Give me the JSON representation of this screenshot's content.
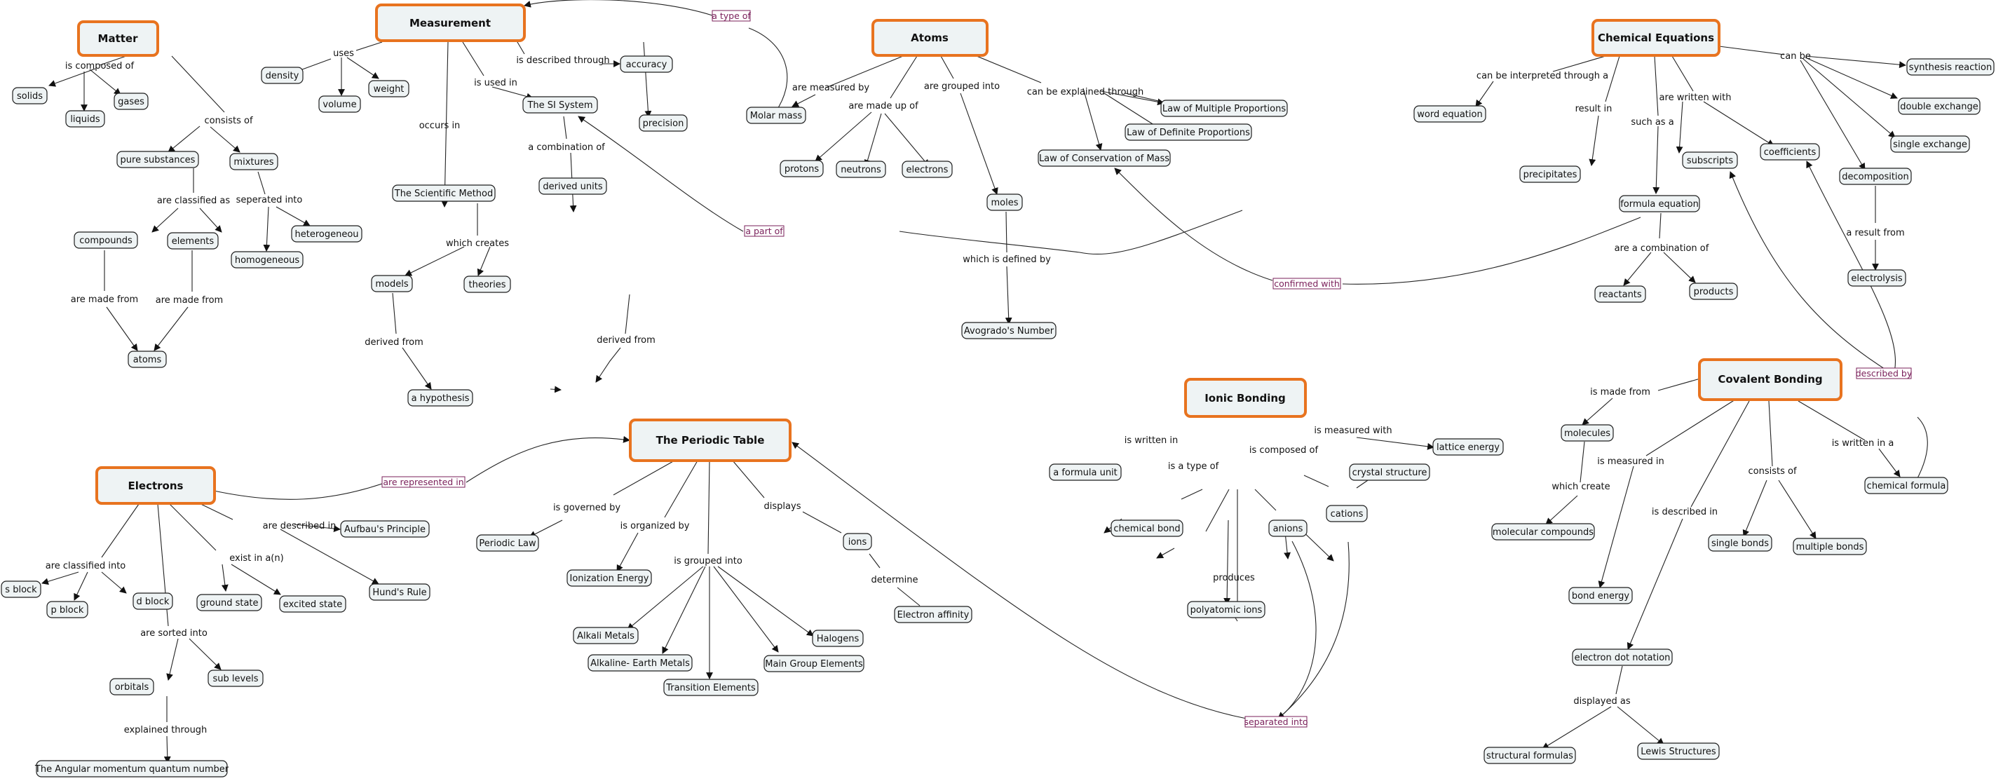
{
  "main_concepts": {
    "matter": "Matter",
    "measurement": "Measurement",
    "atoms": "Atoms",
    "chemical_equations": "Chemical Equations",
    "periodic_table": "The Periodic Table",
    "electrons": "Electrons",
    "ionic_bonding": "Ionic Bonding",
    "covalent_bonding": "Covalent Bonding"
  },
  "concepts": {
    "solids": "solids",
    "liquids": "liquids",
    "gases": "gases",
    "pure_substances": "pure substances",
    "mixtures": "mixtures",
    "compounds": "compounds",
    "elements": "elements",
    "heterogeneous": "heterogeneou",
    "homogeneous": "homogeneous",
    "atoms": "atoms",
    "density": "density",
    "volume": "volume",
    "weight": "weight",
    "accuracy": "accuracy",
    "si_system": "The SI System",
    "precision": "precision",
    "derived_units": "derived units",
    "scientific_method": "The Scientific Method",
    "models": "models",
    "theories": "theories",
    "hypothesis": "a hypothesis",
    "molar_mass": "Molar mass",
    "protons": "protons",
    "neutrons": "neutrons",
    "electrons_small": "electrons",
    "moles": "moles",
    "avogadro": "Avogrado's Number",
    "law_multiple": "Law of Multiple Proportions",
    "law_definite": "Law of Definite Proportions",
    "law_conservation": "Law of Conservation of Mass",
    "word_equation": "word equation",
    "precipitates": "precipitates",
    "formula_equation": "formula equation",
    "reactants": "reactants",
    "products": "products",
    "subscripts": "subscripts",
    "coefficients": "coefficients",
    "decomposition": "decomposition",
    "electrolysis": "electrolysis",
    "synthesis": "synthesis reaction",
    "double_exchange": "double exchange",
    "single_exchange": "single exchange",
    "periodic_law": "Periodic Law",
    "ionization": "Ionization Energy",
    "ions": "ions",
    "electron_affinity": "Electron affinity",
    "alkali": "Alkali Metals",
    "alkaline_earth": "Alkaline- Earth Metals",
    "transition": "Transition Elements",
    "main_group": "Main Group Elements",
    "halogens": "Halogens",
    "s_block": "s block",
    "p_block": "p block",
    "d_block": "d block",
    "ground_state": "ground state",
    "excited_state": "excited state",
    "aufbau": "Aufbau's Principle",
    "hunds_rule": "Hund's Rule",
    "orbitals": "orbitals",
    "sub_levels": "sub levels",
    "angular_momentum": "The Angular momentum quantum number",
    "formula_unit": "a formula unit",
    "chemical_bond": "chemical bond",
    "polyatomic_ions": "polyatomic ions",
    "anions": "anions",
    "cations": "cations",
    "crystal_structure": "crystal structure",
    "lattice_energy": "lattice energy",
    "molecules": "molecules",
    "molecular_compounds": "molecular compounds",
    "bond_energy": "bond energy",
    "electron_dot": "electron dot notation",
    "structural_formulas": "structural formulas",
    "lewis_structures": "Lewis Structures",
    "single_bonds": "single bonds",
    "multiple_bonds": "multiple bonds",
    "chemical_formula": "chemical formula"
  },
  "linking_phrases": {
    "is_composed_of": "is composed of",
    "consists_of_matter": "consists of",
    "are_classified_as": "are classified as",
    "seperated_into": "seperated into",
    "are_made_from_1": "are made from",
    "are_made_from_2": "are made from",
    "uses": "uses",
    "is_used_in": "is used in",
    "is_described_through": "is described through",
    "a_combination_of_si": "a combination of",
    "occurs_in": "occurs in",
    "which_creates": "which creates",
    "derived_from_1": "derived from",
    "derived_from_2": "derived from",
    "are_measured_by": "are measured by",
    "are_made_up_of": "are made up of",
    "are_grouped_into": "are grouped into",
    "can_be_explained_through": "can be explained through",
    "which_is_defined_by": "which is defined by",
    "can_be_interpreted": "can be interpreted through a",
    "result_in": "result in",
    "such_as_a": "such as a",
    "are_written_with": "are written with",
    "can_be": "can be",
    "are_a_combination_of": "are a combination of",
    "a_result_from": "a result from",
    "is_governed_by": "is governed by",
    "is_organized_by": "is organized by",
    "displays": "displays",
    "is_grouped_into": "is grouped into",
    "determine": "determine",
    "are_classified_into": "are classified into",
    "exist_in": "exist in a(n)",
    "are_described_in": "are described in",
    "are_sorted_into": "are sorted into",
    "explained_through": "explained through",
    "is_written_in": "is written in",
    "is_a_type_of": "is a type of",
    "produces": "produces",
    "is_composed_of_ionic": "is composed of",
    "is_measured_with": "is measured with",
    "is_made_from": "is made from",
    "which_create": "which create",
    "is_measured_in": "is measured in",
    "is_described_in": "is described in",
    "consists_of_cov": "consists of",
    "is_written_in_a": "is written in a",
    "displayed_as": "displayed as"
  },
  "cross_links": {
    "a_type_of": "a type of",
    "a_part_of": "a part of",
    "confirmed_with": "confirmed with",
    "are_represented_in": "are represented in",
    "described_by": "described by",
    "separated_into": "separated into"
  },
  "colors": {
    "main_border": "#e8731f",
    "node_fill": "#eef3f4",
    "cross_link": "#7a1f5a"
  }
}
